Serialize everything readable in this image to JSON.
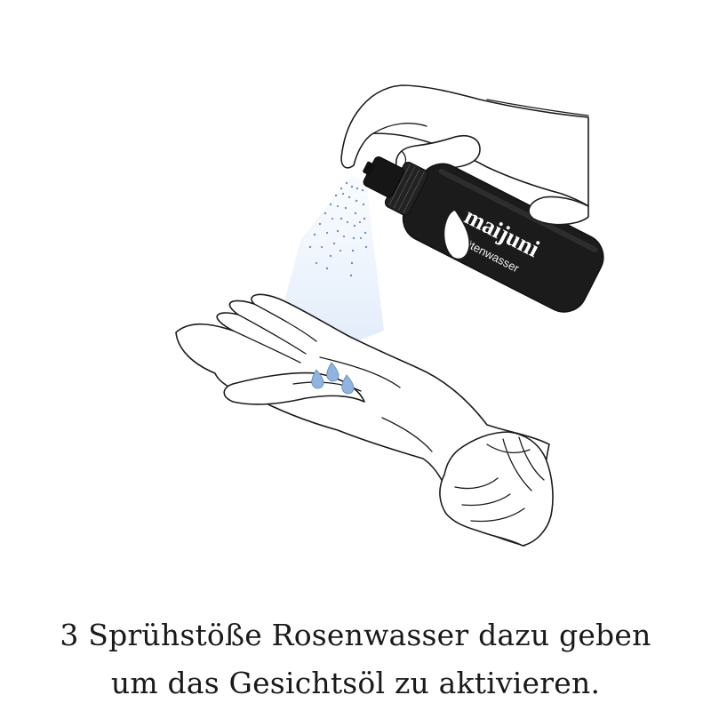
{
  "illustration": {
    "bottle_brand": "maijuni",
    "bottle_product": "Blütenwasser",
    "drop_color": "#8fb4de",
    "mist_color": "#cfe0f5",
    "bottle_color": "#1b1b1b"
  },
  "caption": {
    "line1": "3 Sprühstöße Rosenwasser dazu geben",
    "line2": "um das Gesichtsöl zu aktivieren."
  }
}
